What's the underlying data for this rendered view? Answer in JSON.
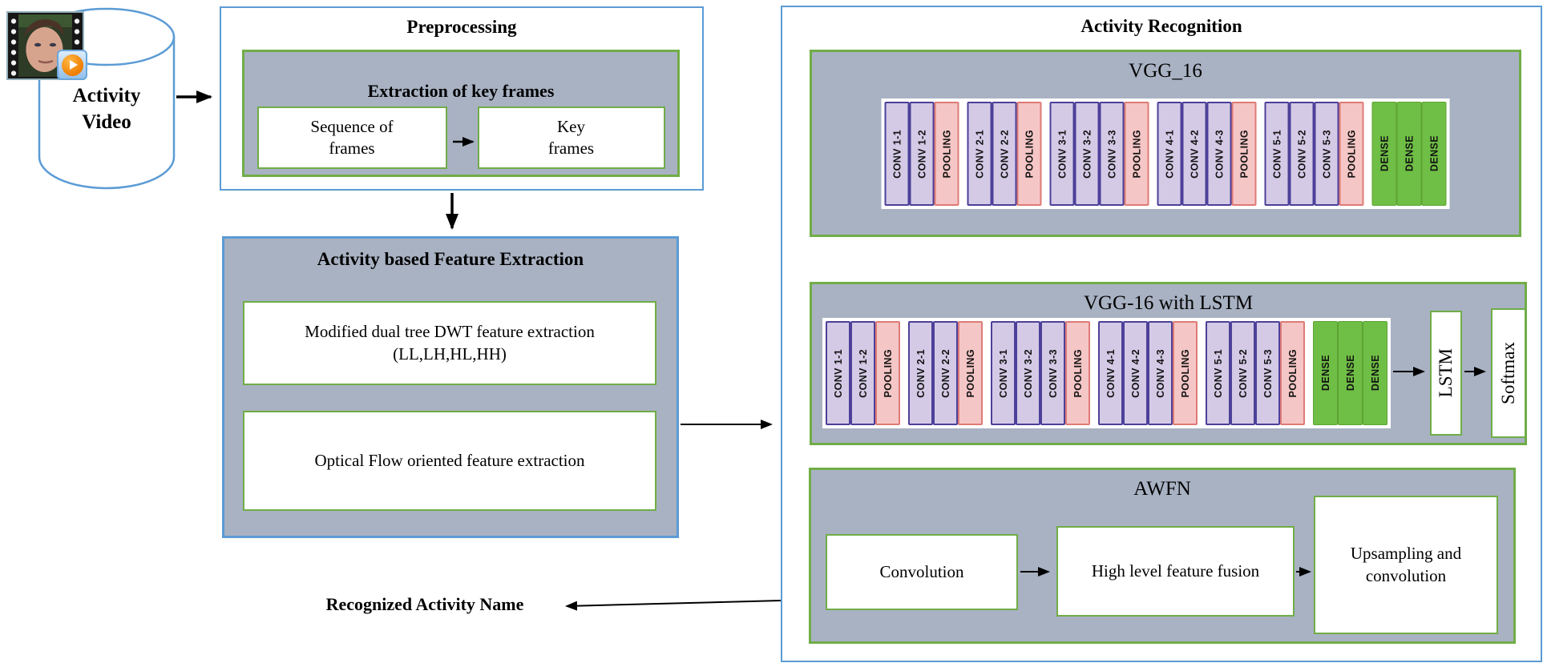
{
  "colors": {
    "blue_border": "#5b9bd5",
    "green_border": "#70ad47",
    "panel_fill": "#a9b2c3",
    "conv_fill": "#d4cae6",
    "conv_border": "#4c4099",
    "pool_fill": "#f5c6c6",
    "pool_border": "#de7b75",
    "dense_fill": "#6fbe45"
  },
  "icons": {
    "video_thumbnail": "film-strip-thumbnail",
    "play": "play-button"
  },
  "source": {
    "label": "Activity\nVideo"
  },
  "preprocessing": {
    "title": "Preprocessing",
    "extraction": {
      "title": "Extraction of key frames",
      "sequence_box": "Sequence of\nframes",
      "key_box": "Key\nframes"
    }
  },
  "feature_extraction": {
    "title": "Activity based Feature Extraction",
    "dwt_box": "Modified dual tree DWT feature extraction\n(LL,LH,HL,HH)",
    "optical_box": "Optical Flow oriented feature extraction"
  },
  "activity_recognition": {
    "title": "Activity Recognition",
    "vgg16": {
      "title": "VGG_16"
    },
    "vgg16_lstm": {
      "title": "VGG-16 with LSTM",
      "lstm_label": "LSTM",
      "softmax_label": "Softmax"
    },
    "awfn": {
      "title": "AWFN",
      "convolution_box": "Convolution",
      "fusion_box": "High level feature fusion",
      "upsampling_box": "Upsampling and\nconvolution"
    }
  },
  "cnn_layers": {
    "groups": [
      [
        {
          "label": "CONV 1-1",
          "type": "conv"
        },
        {
          "label": "CONV 1-2",
          "type": "conv"
        },
        {
          "label": "POOLING",
          "type": "pool"
        }
      ],
      [
        {
          "label": "CONV 2-1",
          "type": "conv"
        },
        {
          "label": "CONV 2-2",
          "type": "conv"
        },
        {
          "label": "POOLING",
          "type": "pool"
        }
      ],
      [
        {
          "label": "CONV 3-1",
          "type": "conv"
        },
        {
          "label": "CONV 3-2",
          "type": "conv"
        },
        {
          "label": "CONV 3-3",
          "type": "conv"
        },
        {
          "label": "POOLING",
          "type": "pool"
        }
      ],
      [
        {
          "label": "CONV 4-1",
          "type": "conv"
        },
        {
          "label": "CONV 4-2",
          "type": "conv"
        },
        {
          "label": "CONV 4-3",
          "type": "conv"
        },
        {
          "label": "POOLING",
          "type": "pool"
        }
      ],
      [
        {
          "label": "CONV 5-1",
          "type": "conv"
        },
        {
          "label": "CONV 5-2",
          "type": "conv"
        },
        {
          "label": "CONV 5-3",
          "type": "conv"
        },
        {
          "label": "POOLING",
          "type": "pool"
        }
      ],
      [
        {
          "label": "DENSE",
          "type": "dense"
        },
        {
          "label": "DENSE",
          "type": "dense"
        },
        {
          "label": "DENSE",
          "type": "dense"
        }
      ]
    ]
  },
  "output": {
    "label": "Recognized Activity Name"
  }
}
